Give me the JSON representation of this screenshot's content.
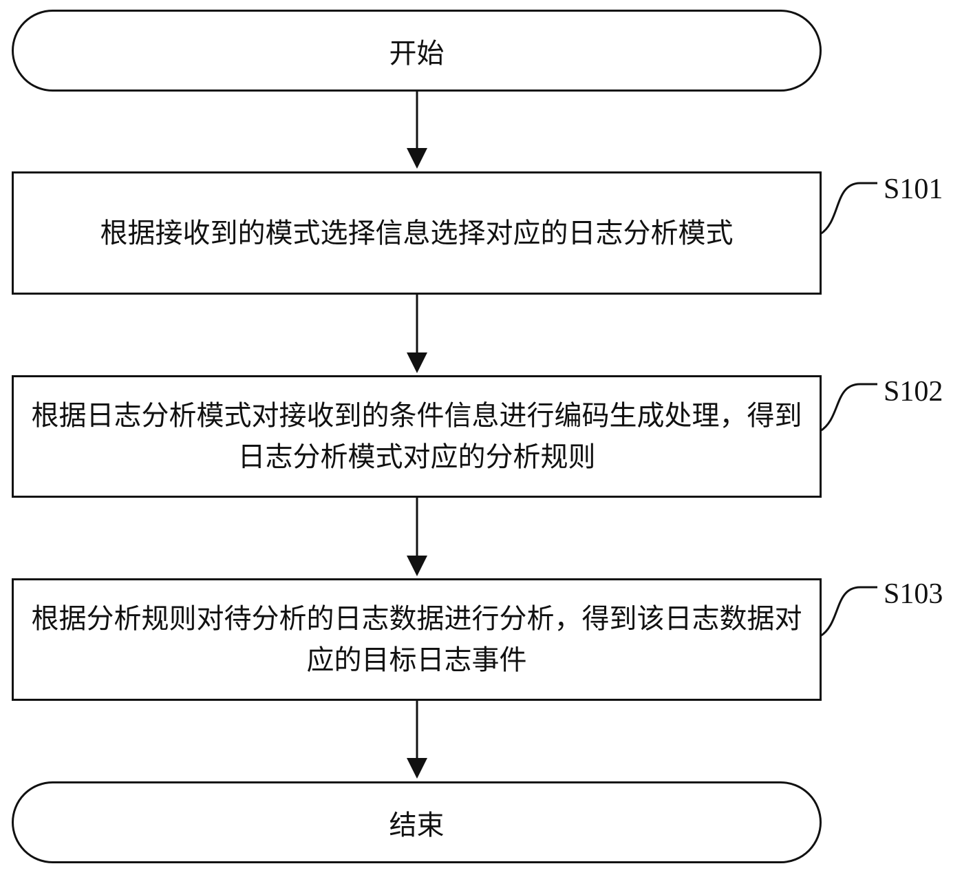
{
  "flowchart": {
    "start_label": "开始",
    "end_label": "结束",
    "steps": [
      {
        "id": "S101",
        "text": "根据接收到的模式选择信息选择对应的日志分析模式"
      },
      {
        "id": "S102",
        "text": "根据日志分析模式对接收到的条件信息进行编码生成处理，得到日志分析模式对应的分析规则"
      },
      {
        "id": "S103",
        "text": "根据分析规则对待分析的日志数据进行分析，得到该日志数据对应的目标日志事件"
      }
    ]
  }
}
